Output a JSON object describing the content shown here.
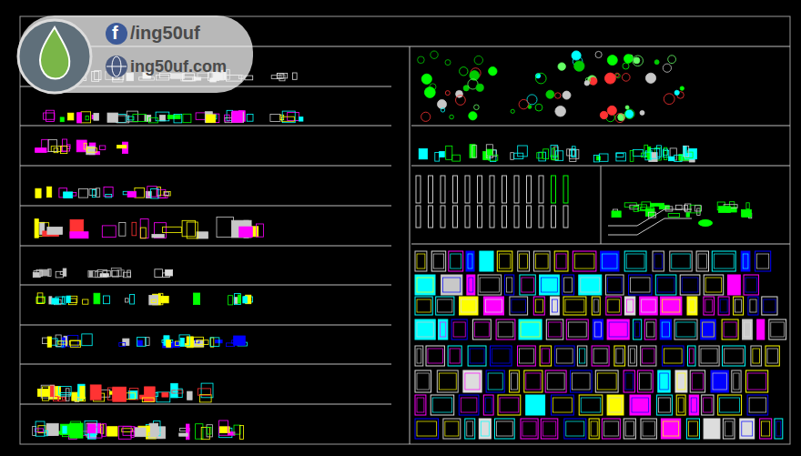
{
  "diagram": {
    "labels": [
      "f",
      "/ing50uf",
      "ing50uf.com"
    ]
  }
}
